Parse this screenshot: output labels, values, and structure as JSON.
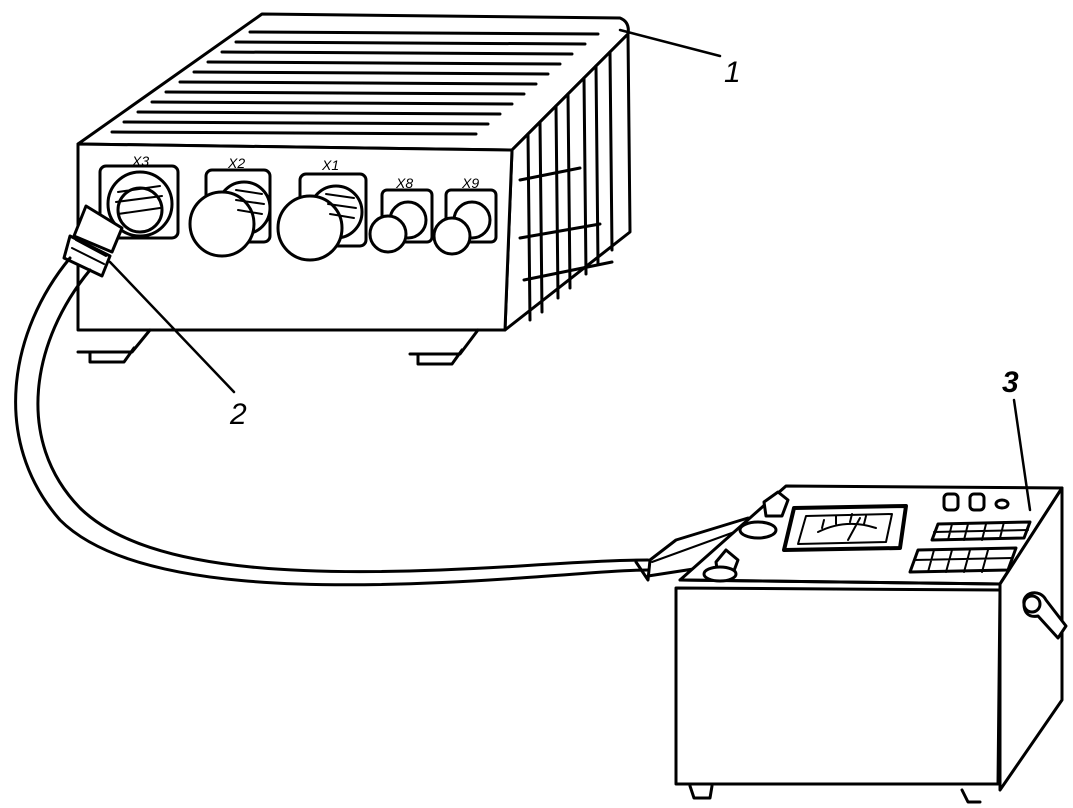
{
  "labels": {
    "unit_1": "1",
    "cable_2": "2",
    "tester_3": "3"
  },
  "connectors": [
    {
      "id": "x3",
      "label": "X3"
    },
    {
      "id": "x2",
      "label": "X2"
    },
    {
      "id": "x1",
      "label": "X1"
    },
    {
      "id": "x8",
      "label": "X8"
    },
    {
      "id": "x9",
      "label": "X9"
    }
  ],
  "colors": {
    "ink": "#000000",
    "paper": "#ffffff"
  }
}
